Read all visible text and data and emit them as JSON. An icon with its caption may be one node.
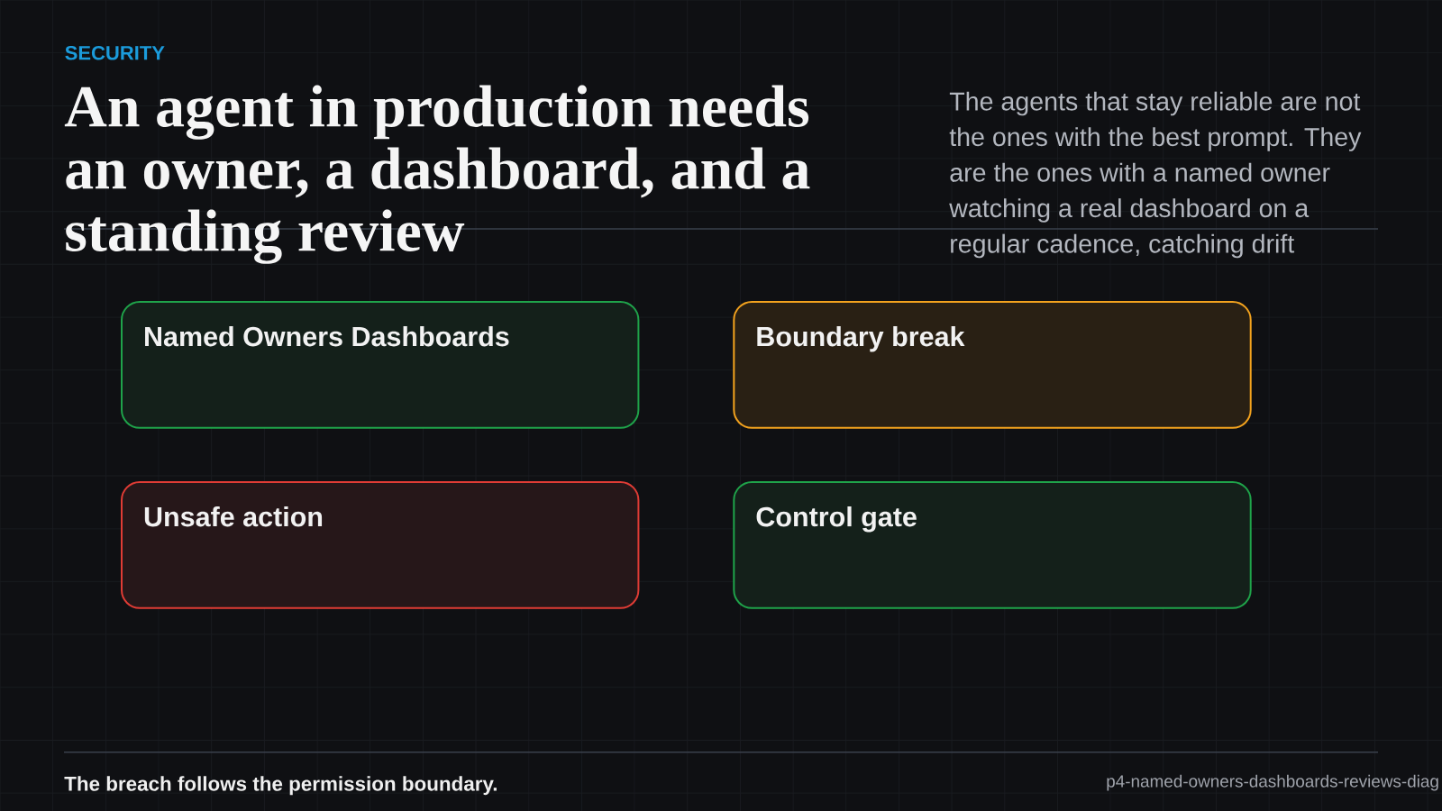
{
  "diagram": {
    "title": "An agent in production needs an owner, a dashboard, and a standing review",
    "caption": "The breach follows the permission boundary.",
    "nodes": [
      {
        "text": [
          "Named Owners Dashboards"
        ]
      },
      {
        "text": [
          "Boundary break"
        ]
      },
      {
        "text": [
          "Unsafe action"
        ]
      },
      {
        "text": [
          "Control gate"
        ]
      }
    ],
    "labels": [
      "SECURITY",
      "The agents that stay reliable are not the ones with the best prompt. They are the ones with a named owner watching a real dashboard on a regular cadence, catching drift",
      "p4-named-owners-dashboards-reviews-diag"
    ]
  }
}
